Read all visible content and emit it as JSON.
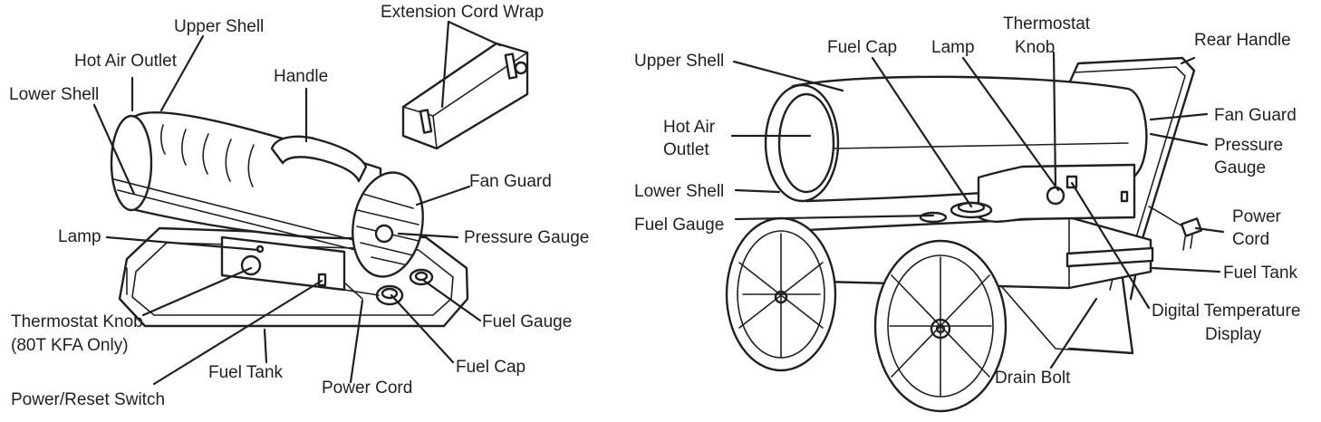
{
  "left_diagram": {
    "labels": {
      "extension_cord_wrap": "Extension Cord Wrap",
      "upper_shell": "Upper Shell",
      "hot_air_outlet": "Hot Air Outlet",
      "lower_shell": "Lower Shell",
      "handle": "Handle",
      "fan_guard": "Fan Guard",
      "lamp": "Lamp",
      "pressure_gauge": "Pressure Gauge",
      "thermostat_knob_line1": "Thermostat Knob",
      "thermostat_knob_line2": "(80T KFA Only)",
      "fuel_gauge": "Fuel Gauge",
      "fuel_tank": "Fuel Tank",
      "fuel_cap": "Fuel Cap",
      "power_cord": "Power Cord",
      "power_reset_switch": "Power/Reset Switch"
    }
  },
  "right_diagram": {
    "labels": {
      "thermostat_knob_line1": "Thermostat",
      "thermostat_knob_line2": "Knob",
      "fuel_cap": "Fuel Cap",
      "lamp": "Lamp",
      "rear_handle": "Rear Handle",
      "upper_shell": "Upper Shell",
      "fan_guard": "Fan Guard",
      "hot_air_outlet_line1": "Hot Air",
      "hot_air_outlet_line2": "Outlet",
      "pressure_gauge_line1": "Pressure",
      "pressure_gauge_line2": "Gauge",
      "lower_shell": "Lower Shell",
      "power_cord_line1": "Power",
      "power_cord_line2": "Cord",
      "fuel_gauge": "Fuel Gauge",
      "fuel_tank": "Fuel Tank",
      "digital_temp_line1": "Digital Temperature",
      "digital_temp_line2": "Display",
      "drain_bolt": "Drain Bolt"
    }
  }
}
